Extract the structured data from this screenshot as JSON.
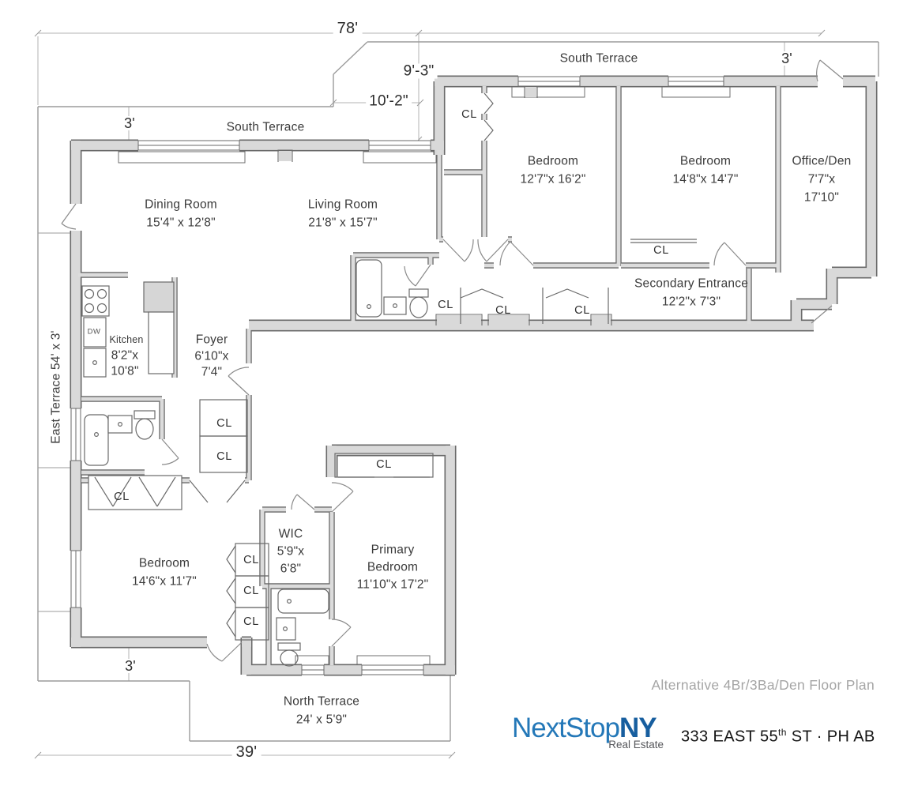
{
  "branding": {
    "note": "Alternative 4Br/3Ba/Den Floor Plan",
    "logo": {
      "part1": "NextStop",
      "part2": "NY",
      "tagline": "Real Estate",
      "color_primary": "#2478b8",
      "color_secondary": "#175e9f",
      "tagline_color": "#55565a"
    },
    "address": {
      "street_main": "333 EAST 55",
      "street_sup": "th",
      "street_rest": " ST · PH AB"
    }
  },
  "terraces": {
    "south_left": "South Terrace",
    "south_right": "South Terrace",
    "north_name": "North Terrace",
    "north_dims": "24' x 5'9\"",
    "east": "East Terrace 54' x 3'"
  },
  "rooms": {
    "dining": {
      "name": "Dining Room",
      "dims": "15'4\" x 12'8\""
    },
    "living": {
      "name": "Living Room",
      "dims": "21'8\" x 15'7\""
    },
    "bedroom1": {
      "name": "Bedroom",
      "dims": "12'7\"x 16'2\""
    },
    "bedroom2": {
      "name": "Bedroom",
      "dims": "14'8\"x 14'7\""
    },
    "office": {
      "name": "Office/Den",
      "dims_l1": "7'7\"x",
      "dims_l2": "17'10\""
    },
    "secondary": {
      "name": "Secondary Entrance",
      "dims": "12'2\"x 7'3\""
    },
    "kitchen": {
      "name": "Kitchen",
      "dims_l1": "8'2\"x",
      "dims_l2": "10'8\""
    },
    "foyer": {
      "name": "Foyer",
      "dims_l1": "6'10\"x",
      "dims_l2": "7'4\""
    },
    "bedroom3": {
      "name": "Bedroom",
      "dims": "14'6\"x 11'7\""
    },
    "wic": {
      "name": "WIC",
      "dims_l1": "5'9\"x",
      "dims_l2": "6'8\""
    },
    "primary": {
      "name_l1": "Primary",
      "name_l2": "Bedroom",
      "dims": "11'10\"x 17'2\""
    }
  },
  "dimensions": {
    "top_width": "78'",
    "setback_v": "9'-3\"",
    "setback_h": "10'-2\"",
    "terrace_depth": "3'",
    "bottom_width": "39'"
  },
  "labels": {
    "closet": "CL",
    "dishwasher": "DW"
  }
}
